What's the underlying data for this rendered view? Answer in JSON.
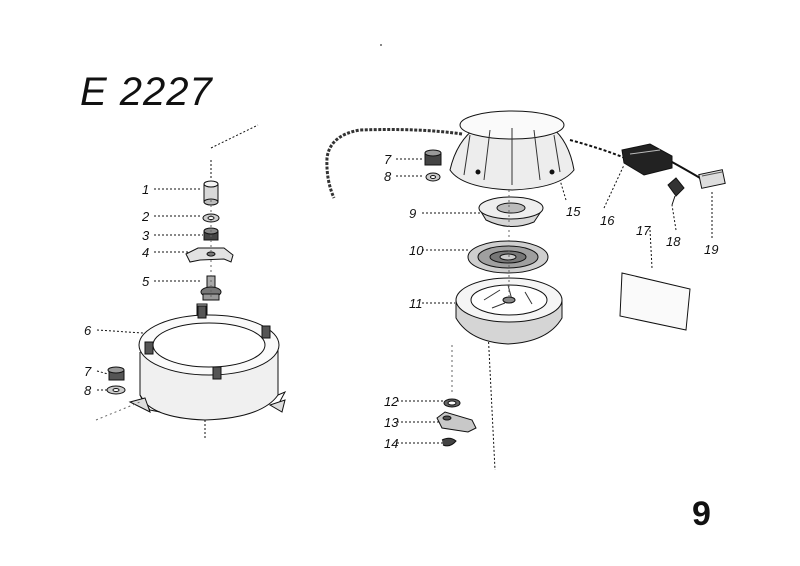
{
  "title": "E 2227",
  "page_number": "9",
  "callouts": [
    "1",
    "2",
    "3",
    "4",
    "5",
    "6",
    "7",
    "8",
    "7",
    "8",
    "9",
    "10",
    "11",
    "12",
    "13",
    "14",
    "15",
    "16",
    "17",
    "18",
    "19"
  ]
}
